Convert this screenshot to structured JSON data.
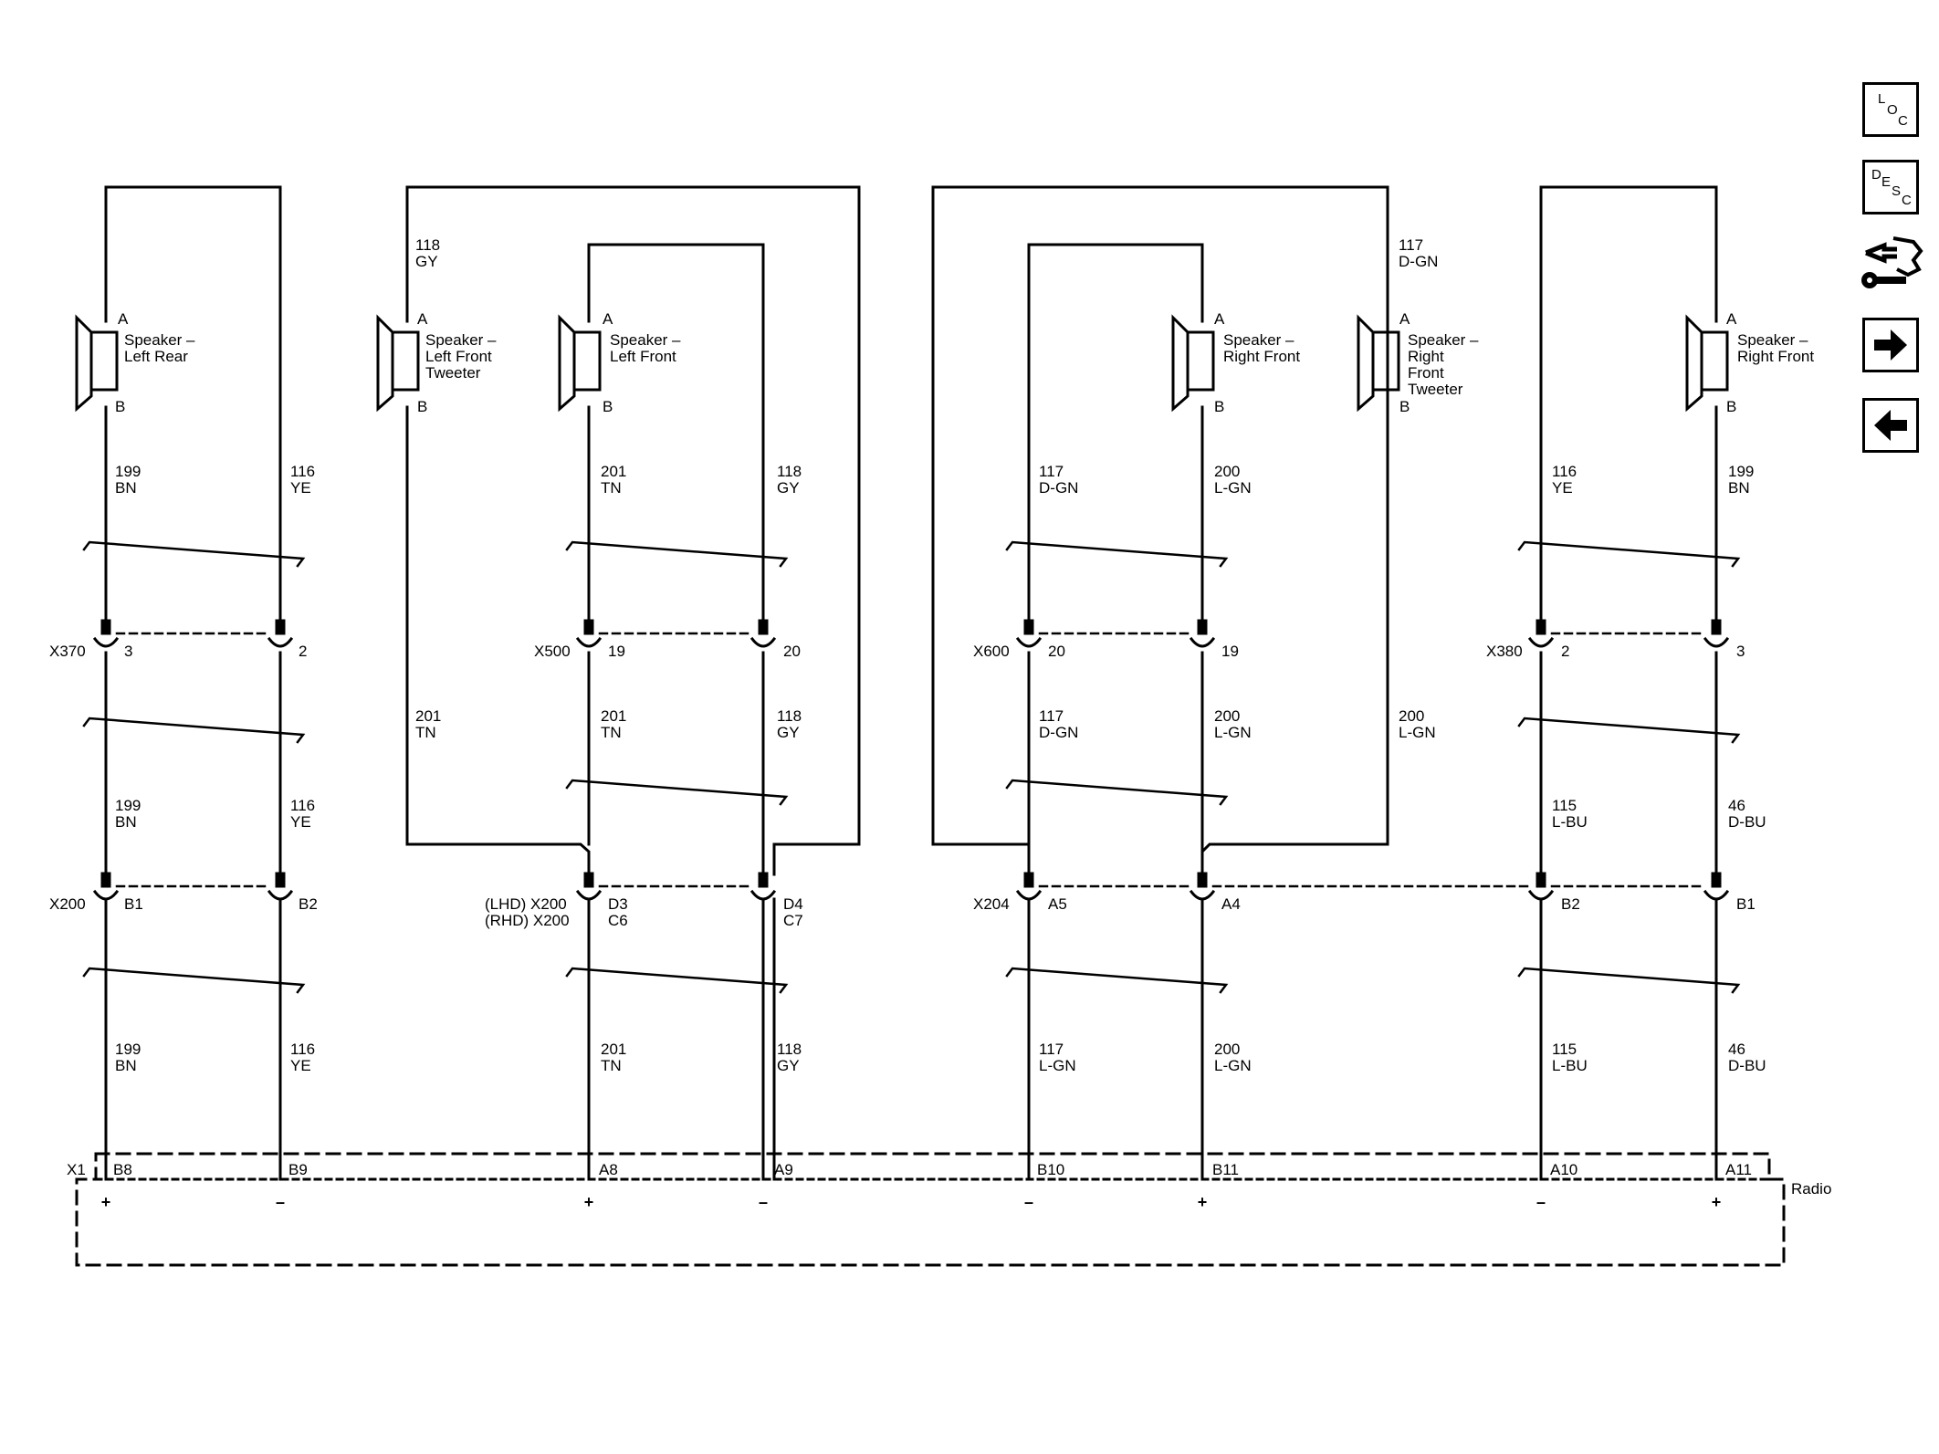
{
  "speakers": [
    {
      "name": "Speaker – Left Rear",
      "pin_a": "A",
      "pin_b": "B"
    },
    {
      "name": "Speaker – Left Front Tweeter",
      "pin_a": "A",
      "pin_b": "B"
    },
    {
      "name": "Speaker – Left Front",
      "pin_a": "A",
      "pin_b": "B"
    },
    {
      "name": "Speaker – Right Front",
      "pin_a": "A",
      "pin_b": "B"
    },
    {
      "name": "Speaker – Right Front Tweeter",
      "pin_a": "A",
      "pin_b": "B"
    },
    {
      "name": "Speaker – Right Front",
      "pin_a": "A",
      "pin_b": "B"
    }
  ],
  "wires_upper": [
    {
      "circuit": "199",
      "color": "BN"
    },
    {
      "circuit": "116",
      "color": "YE"
    },
    {
      "circuit": "118",
      "color": "GY"
    },
    {
      "circuit": "201",
      "color": "TN"
    },
    {
      "circuit": "118",
      "color": "GY"
    },
    {
      "circuit": "117",
      "color": "D-GN"
    },
    {
      "circuit": "200",
      "color": "L-GN"
    },
    {
      "circuit": "117",
      "color": "D-GN"
    },
    {
      "circuit": "116",
      "color": "YE"
    },
    {
      "circuit": "199",
      "color": "BN"
    }
  ],
  "wires_middle": [
    {
      "circuit": "199",
      "color": "BN"
    },
    {
      "circuit": "116",
      "color": "YE"
    },
    {
      "circuit": "201",
      "color": "TN"
    },
    {
      "circuit": "201",
      "color": "TN"
    },
    {
      "circuit": "118",
      "color": "GY"
    },
    {
      "circuit": "117",
      "color": "D-GN"
    },
    {
      "circuit": "200",
      "color": "L-GN"
    },
    {
      "circuit": "200",
      "color": "L-GN"
    },
    {
      "circuit": "115",
      "color": "L-BU"
    },
    {
      "circuit": "46",
      "color": "D-BU"
    }
  ],
  "wires_lower": [
    {
      "circuit": "199",
      "color": "BN"
    },
    {
      "circuit": "116",
      "color": "YE"
    },
    {
      "circuit": "201",
      "color": "TN"
    },
    {
      "circuit": "118",
      "color": "GY"
    },
    {
      "circuit": "117",
      "color": "L-GN"
    },
    {
      "circuit": "200",
      "color": "L-GN"
    },
    {
      "circuit": "115",
      "color": "L-BU"
    },
    {
      "circuit": "46",
      "color": "D-BU"
    }
  ],
  "inline_connectors_1": [
    {
      "id": "X370",
      "pins": [
        "3",
        "2"
      ]
    },
    {
      "id": "X500",
      "pins": [
        "19",
        "20"
      ]
    },
    {
      "id": "X600",
      "pins": [
        "20",
        "19"
      ]
    },
    {
      "id": "X380",
      "pins": [
        "2",
        "3"
      ]
    }
  ],
  "inline_connectors_2": [
    {
      "id": "X200",
      "pins": [
        "B1",
        "B2"
      ]
    },
    {
      "id": "(LHD) X200",
      "id2": "(RHD) X200",
      "pins": [
        "D3",
        "D4"
      ],
      "pins2": [
        "C6",
        "C7"
      ]
    },
    {
      "id": "X204",
      "pins": [
        "A5",
        "A4"
      ]
    },
    {
      "id": "",
      "pins": [
        "B2",
        "B1"
      ]
    }
  ],
  "radio": {
    "label": "Radio",
    "connector": "X1",
    "pins": [
      "B8",
      "B9",
      "A8",
      "A9",
      "B10",
      "B11",
      "A10",
      "A11"
    ],
    "polarity": [
      "+",
      "–",
      "+",
      "–",
      "–",
      "+",
      "–",
      "+"
    ]
  },
  "nav_buttons": {
    "loc": {
      "l1": "L",
      "l2": "O",
      "l3": "C"
    },
    "desc": {
      "l1": "D",
      "l2": "E",
      "l3": "S",
      "l4": "C"
    },
    "icons": [
      "connector-wrench-icon",
      "arrow-right-icon",
      "arrow-left-icon"
    ]
  }
}
